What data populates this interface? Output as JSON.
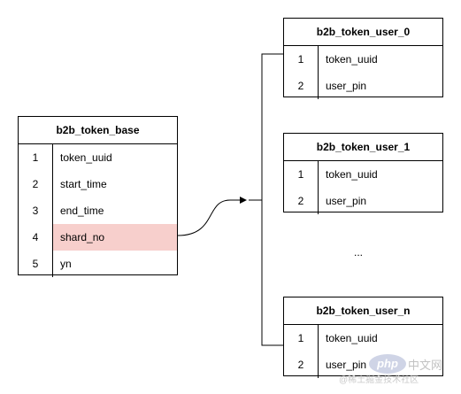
{
  "base_table": {
    "title": "b2b_token_base",
    "rows": [
      {
        "num": "1",
        "field": "token_uuid"
      },
      {
        "num": "2",
        "field": "start_time"
      },
      {
        "num": "3",
        "field": "end_time"
      },
      {
        "num": "4",
        "field": "shard_no",
        "highlight": true
      },
      {
        "num": "5",
        "field": "yn"
      }
    ]
  },
  "shard_tables": [
    {
      "title": "b2b_token_user_0",
      "rows": [
        {
          "num": "1",
          "field": "token_uuid"
        },
        {
          "num": "2",
          "field": "user_pin"
        }
      ]
    },
    {
      "title": "b2b_token_user_1",
      "rows": [
        {
          "num": "1",
          "field": "token_uuid"
        },
        {
          "num": "2",
          "field": "user_pin"
        }
      ]
    },
    {
      "title": "b2b_token_user_n",
      "rows": [
        {
          "num": "1",
          "field": "token_uuid"
        },
        {
          "num": "2",
          "field": "user_pin"
        }
      ]
    }
  ],
  "ellipsis": "...",
  "watermark": {
    "logo": "php",
    "name": "中文网",
    "handle": "@稀土掘金技术社区"
  },
  "colors": {
    "highlight": "#f7cfcc",
    "line": "#000000",
    "background": "#ffffff"
  }
}
